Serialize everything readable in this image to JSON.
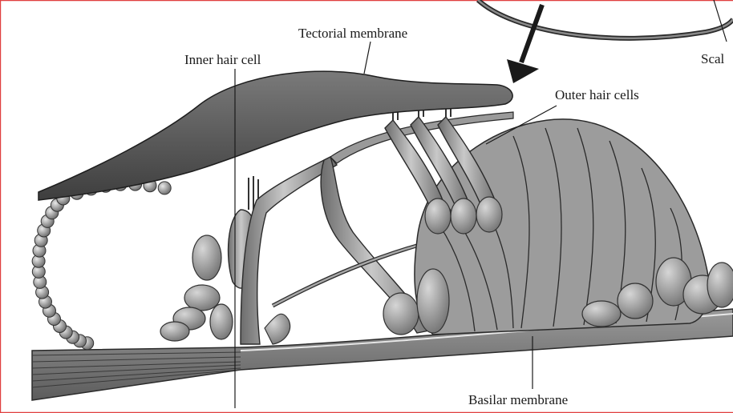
{
  "diagram": {
    "labels": {
      "tectorial_membrane": "Tectorial membrane",
      "inner_hair_cell": "Inner hair cell",
      "outer_hair_cells": "Outer hair cells",
      "basilar_membrane": "Basilar membrane",
      "scala_partial": "Scal"
    }
  },
  "colors": {
    "frame": "#e04040",
    "tissue_dark": "#5a5a5a",
    "tissue_mid": "#8a8a8a",
    "tissue_light": "#c4c4c4",
    "line": "#1a1a1a"
  }
}
